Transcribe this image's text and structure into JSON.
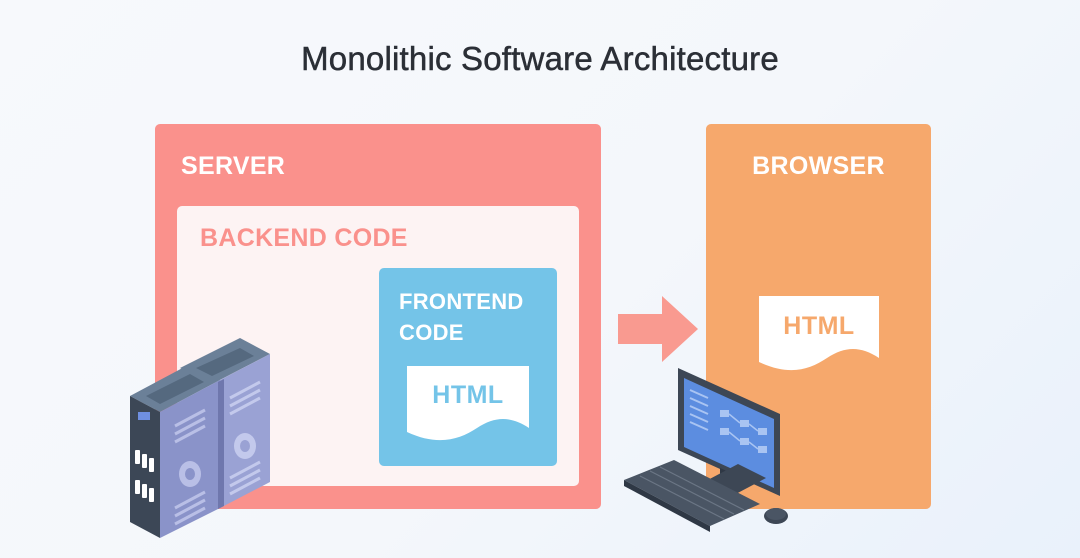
{
  "title": "Monolithic Software Architecture",
  "server": {
    "label": "SERVER",
    "backend": {
      "label": "BACKEND CODE",
      "frontend": {
        "label": "FRONTEND CODE",
        "doc_label": "HTML"
      }
    }
  },
  "browser": {
    "label": "BROWSER",
    "doc_label": "HTML"
  },
  "colors": {
    "server": "#fa918c",
    "backend_bg": "#fdf3f3",
    "frontend": "#74c4e8",
    "browser": "#f6a86c",
    "arrow": "#f99a90",
    "title": "#2b2f36"
  },
  "icons": [
    "server-rack-icon",
    "desktop-computer-icon",
    "arrow-right-icon",
    "document-icon"
  ]
}
